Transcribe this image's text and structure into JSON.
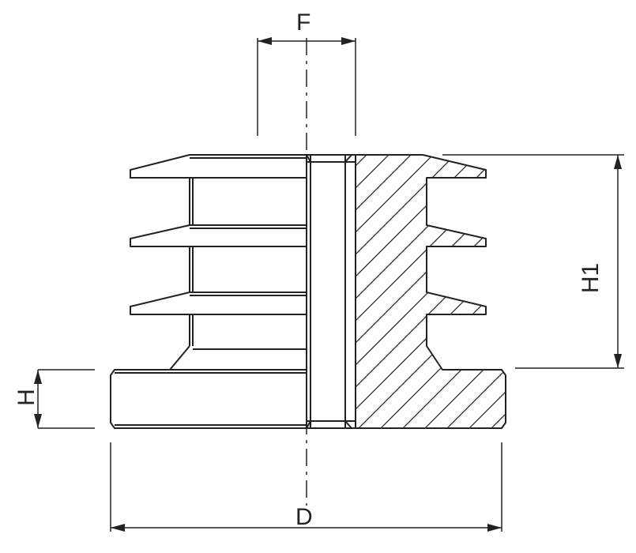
{
  "drawing": {
    "dimensions": {
      "f": "F",
      "d": "D",
      "h1": "H1",
      "h": "H"
    },
    "colors": {
      "line": "#222222",
      "background": "#ffffff"
    }
  }
}
